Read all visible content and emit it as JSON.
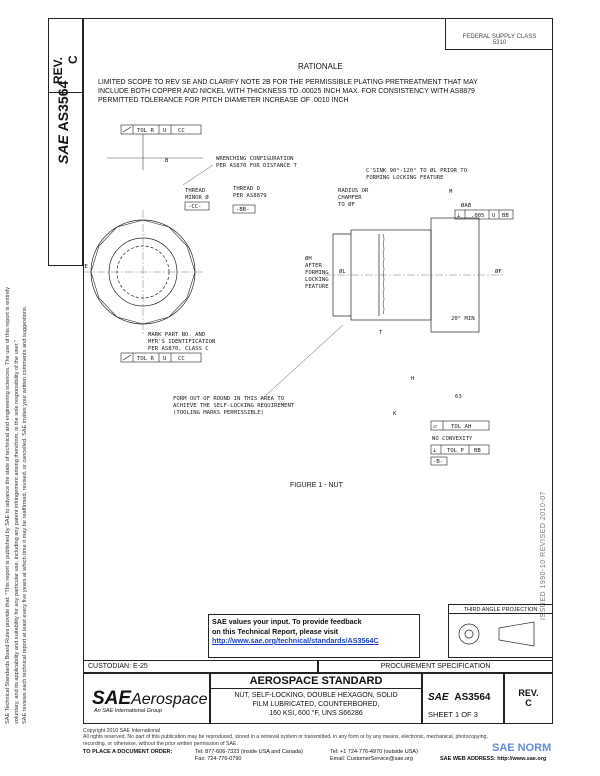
{
  "sheet_header": {
    "federal_line1": "FEDERAL SUPPLY CLASS",
    "federal_line2": "5310",
    "rev_label": "REV.",
    "rev_value": "C",
    "doc_id": "AS3564"
  },
  "rationale": {
    "title": "RATIONALE",
    "lines": [
      "LIMITED SCOPE TO REV SE AND CLARIFY NOTE 2B FOR THE PERMISSIBLE PLATING PRETREATMENT THAT MAY",
      "INCLUDE BOTH COPPER AND NICKEL WITH THICKNESS TO .00025 INCH MAX. FOR CONSISTENCY WITH AS8879",
      "PERMITTED TOLERANCE FOR PITCH DIAMETER INCREASE OF .0010 INCH"
    ]
  },
  "drawing": {
    "fcf_top": [
      "TOL R",
      "U",
      "CC"
    ],
    "b_label": "B",
    "wrench_note": [
      "WRENCHING CONFIGURATION",
      "PER AS870 FOR DISTANCE T"
    ],
    "csink_note": [
      "C'SINK 90°-120° TO ØL PRIOR TO",
      "FORMING LOCKING FEATURE"
    ],
    "thread_minor": [
      "THREAD",
      "MINOR Ø"
    ],
    "cc_datum": "-CC-",
    "thread_d": [
      "THREAD D",
      "PER AS8879"
    ],
    "bb_datum": "-BB-",
    "radius_note": [
      "RADIUS OR",
      "CHAMFER",
      "TO ØF"
    ],
    "m_label": "M",
    "ab_label": "ØAB",
    "fcf_ab": [
      "⊥",
      ".005",
      "U",
      "BB"
    ],
    "e_label": "ØE",
    "h_note": [
      "ØH",
      "AFTER",
      "FORMING",
      "LOCKING",
      "FEATURE"
    ],
    "l_label": "ØL",
    "f_label": "ØF",
    "mark_note": [
      "MARK PART NO. AND",
      "MFR'S IDENTIFICATION",
      "PER AS870, CLASS C"
    ],
    "fcf_bottom": [
      "TOL R",
      "U",
      "CC"
    ],
    "t_label": "T",
    "angle_label": "20° MIN",
    "h_label": "H",
    "form_note": [
      "FORM OUT OF ROUND IN THIS AREA TO",
      "ACHIEVE THE SELF-LOCKING REQUIREMENT",
      "(TOOLING MARKS PERMISSIBLE)"
    ],
    "k_label": "K",
    "surface_label": "63",
    "fcf_ah": [
      "⏥",
      "TOL AH"
    ],
    "no_convexity": "NO CONVEXITY",
    "fcf_p": [
      "⊥",
      "TOL P",
      "BB"
    ],
    "b_datum": "-B-",
    "figure_caption": "FIGURE 1 - NUT"
  },
  "feedback": {
    "line1": "SAE values your input. To provide feedback",
    "line2": "on this Technical Report, please visit",
    "link": "http://www.sae.org/technical/standards/AS3564C"
  },
  "side_note": {
    "line1": "SAE Technical Standards Board Rules provide that: \"This report is published by SAE to advance the state of technical and engineering sciences. The use of this report is entirely",
    "line2": "voluntary, and its applicability and suitability for any particular use, including any patent infringement arising therefrom, is the sole responsibility of the user.\"",
    "line3": "SAE reviews each technical report at least every five years at which time it may be reaffirmed, revised, or cancelled. SAE invites your written comments and suggestions."
  },
  "right_note": "ISSUED 1990-10   REVISED 2010-07",
  "projection": "THIRD ANGLE PROJECTION",
  "title_block": {
    "custodian": "CUSTODIAN: E-25",
    "proc_spec": "PROCUREMENT SPECIFICATION",
    "sae_logo": "SAE",
    "aerospace": "Aerospace",
    "society": "An SAE International Group",
    "heading": "AEROSPACE STANDARD",
    "desc_lines": [
      "NUT, SELF-LOCKING, DOUBLE HEXAGON, SOLID",
      "FILM LUBRICATED, COUNTERBORED,",
      "160 KSI, 600 °F, UNS S66286"
    ],
    "doc_label": "SAE",
    "doc_number": "AS3564",
    "sheet": "SHEET 1 OF 3",
    "rev_label": "REV.",
    "rev_value": "C"
  },
  "footer": {
    "copyright": "Copyright 2010 SAE International",
    "rights": "All rights reserved. No part of this publication may be reproduced, stored in a retrieval system or transmitted, in any form or by any means, electronic, mechanical, photocopying,",
    "rights2": "recording, or otherwise, without the prior written permission of SAE.",
    "order_label": "TO PLACE A DOCUMENT ORDER:",
    "tel": "Tel: 877-606-7323 (inside USA and Canada)",
    "fax": "Fax: 724-776-0790",
    "tel2": "Tel: +1 724-776-4970 (outside USA)",
    "email": "Email: CustomerService@sae.org",
    "web": "SAE WEB ADDRESS: http://www.sae.org",
    "watermark": "SAE NORM"
  }
}
